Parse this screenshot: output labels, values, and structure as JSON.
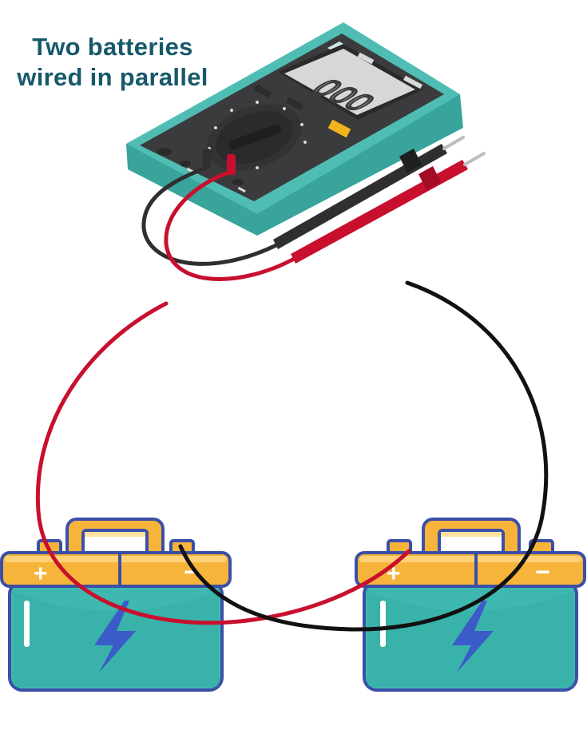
{
  "diagram": {
    "title_line_1": "Two batteries",
    "title_line_2": "wired in parallel",
    "multimeter": {
      "display_reading": "000"
    },
    "batteries": [
      {
        "positive_symbol": "+",
        "negative_symbol": "−"
      },
      {
        "positive_symbol": "+",
        "negative_symbol": "−"
      }
    ],
    "colors": {
      "title": "#17596b",
      "multimeter_body": "#4fbdb3",
      "multimeter_panel": "#3b3b3d",
      "display": "#d7d7d7",
      "positive_wire": "#c8102e",
      "negative_wire": "#111111",
      "battery_body": "#3fb8b0",
      "battery_lid": "#f7b43a",
      "battery_outline": "#3b4fa8",
      "bolt": "#3b5bc9"
    }
  }
}
